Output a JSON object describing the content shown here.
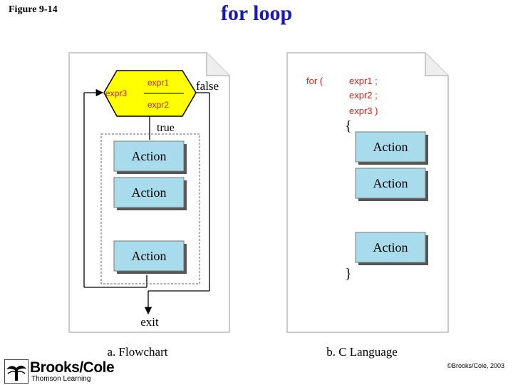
{
  "figure_label": "Figure 9-14",
  "title": "for loop",
  "flowchart": {
    "expr1": "expr1",
    "expr2": "expr2",
    "expr3": "expr3",
    "false_label": "false",
    "true_label": "true",
    "actions": [
      "Action",
      "Action",
      "Action"
    ],
    "exit_label": "exit",
    "caption": "a. Flowchart"
  },
  "c_language": {
    "for_keyword": "for (",
    "expr1_line": "expr1 ;",
    "expr2_line": "expr2 ;",
    "expr3_line": "expr3  )",
    "open_brace": "{",
    "close_brace": "}",
    "actions": [
      "Action",
      "Action",
      "Action"
    ],
    "caption": "b. C Language"
  },
  "footer": {
    "brand": "Brooks/Cole",
    "sub": "Thomson Learning",
    "copyright": "©Brooks/Cole, 2003"
  },
  "colors": {
    "title": "#1a1ab0",
    "hexagon": "#ffff00",
    "action_box": "#a8dced",
    "code_text": "#d02010"
  }
}
